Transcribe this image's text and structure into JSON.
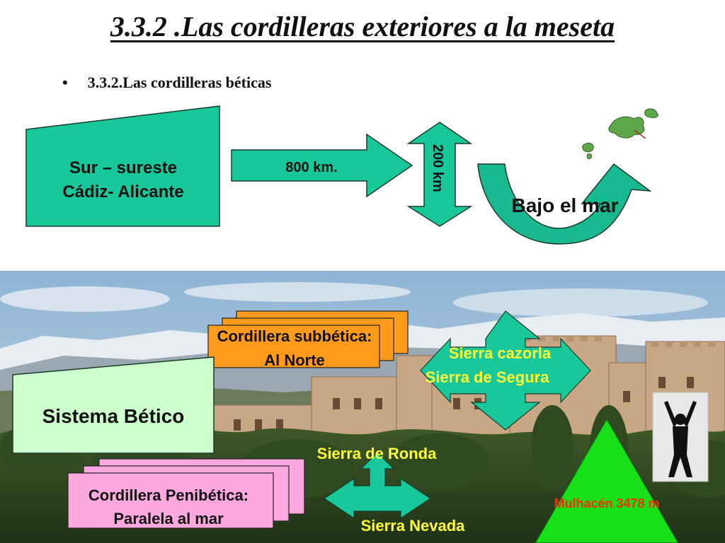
{
  "slide": {
    "title": "3.3.2 .Las cordilleras exteriores a la meseta",
    "bullet": "3.3.2.Las cordilleras béticas"
  },
  "top_diagram": {
    "box_line1": "Sur – sureste",
    "box_line2": "Cádiz- Alicante",
    "length_label": "800 km.",
    "width_label": "200 km",
    "sea_label": "Bajo el mar"
  },
  "bottom_diagram": {
    "subbetica_line1": "Cordillera subbética:",
    "subbetica_line2": "Al Norte",
    "sistema": "Sistema Bético",
    "penibetica_line1": "Cordillera Penibética:",
    "penibetica_line2": "Paralela al mar",
    "sierra_cazorla": "Sierra cazorla",
    "sierra_segura": "Sierra de Segura",
    "sierra_ronda": "Sierra de Ronda",
    "sierra_nevada": "Sierra Nevada",
    "mulhacen": "Mulhacén 3478 m"
  },
  "colors": {
    "teal": "#18c89a",
    "orange": "#ff9a1a",
    "pink": "#ffa8e0",
    "light_green": "#ccffcc",
    "bright_green": "#18e018",
    "yellow_text": "#ffff33",
    "red_text": "#ff2a00"
  }
}
